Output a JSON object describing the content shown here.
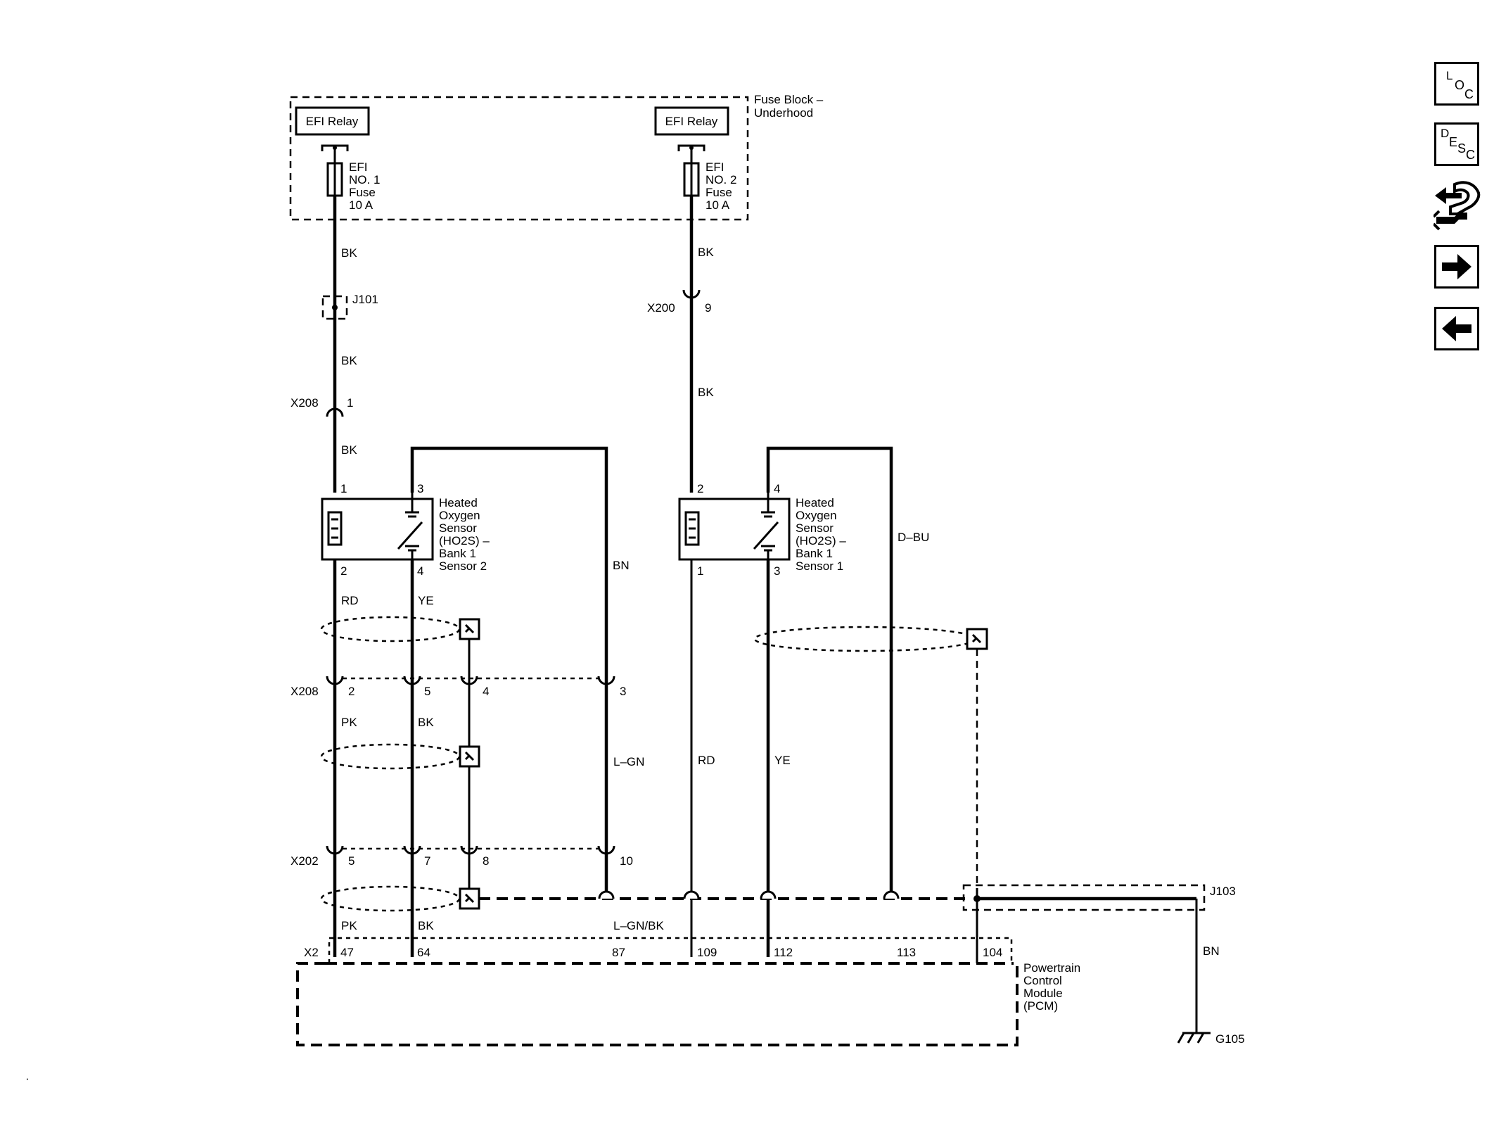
{
  "fuse_block": {
    "label": "Fuse Block – Underhood"
  },
  "relays": [
    {
      "label": "EFI Relay"
    },
    {
      "label": "EFI Relay"
    }
  ],
  "fuses": [
    {
      "label": "EFI NO. 1 Fuse 10 A"
    },
    {
      "label": "EFI NO. 2 Fuse 10 A"
    }
  ],
  "sensors": [
    {
      "label": "Heated Oxygen Sensor (HO2S) – Bank 1 Sensor 2",
      "pins": [
        "1",
        "3",
        "2",
        "4"
      ]
    },
    {
      "label": "Heated Oxygen Sensor (HO2S) – Bank 1 Sensor 1",
      "pins": [
        "2",
        "4",
        "1",
        "3"
      ]
    }
  ],
  "splices": {
    "j101": "J101",
    "j103": "J103"
  },
  "connectors": {
    "x200": {
      "name": "X200",
      "pin": "9"
    },
    "x208_top": {
      "name": "X208",
      "pin": "1"
    },
    "x208_mid": {
      "name": "X208",
      "pins": [
        "2",
        "5",
        "4",
        "3"
      ]
    },
    "x202": {
      "name": "X202",
      "pins": [
        "5",
        "7",
        "8",
        "10"
      ]
    },
    "x2": {
      "name": "X2",
      "pins": [
        "47",
        "64",
        "87",
        "109",
        "112",
        "113",
        "104"
      ]
    }
  },
  "wire_colors": {
    "left_top": "BK",
    "left_mid": "BK",
    "left_lower": "BK",
    "right_top": "BK",
    "right_mid": "BK",
    "s2_pin2": "RD",
    "s2_pin4": "YE",
    "bn_left": "BN",
    "dbu_right": "D–BU",
    "pk1": "PK",
    "bk1": "BK",
    "lgn": "L–GN",
    "rd": "RD",
    "ye": "YE",
    "pk2": "PK",
    "bk2": "BK",
    "lgnbk": "L–GN/BK",
    "bn_ground": "BN"
  },
  "pcm": {
    "label": "Powertrain Control Module (PCM)"
  },
  "ground": {
    "label": "G105"
  },
  "nav": {
    "loc": {
      "l1": "L",
      "l2": "O",
      "l3": "C"
    },
    "desc": {
      "l1": "D",
      "l2": "E",
      "l3": "S",
      "l4": "C"
    }
  },
  "colors": {
    "ink": "#000000",
    "background": "#ffffff"
  }
}
